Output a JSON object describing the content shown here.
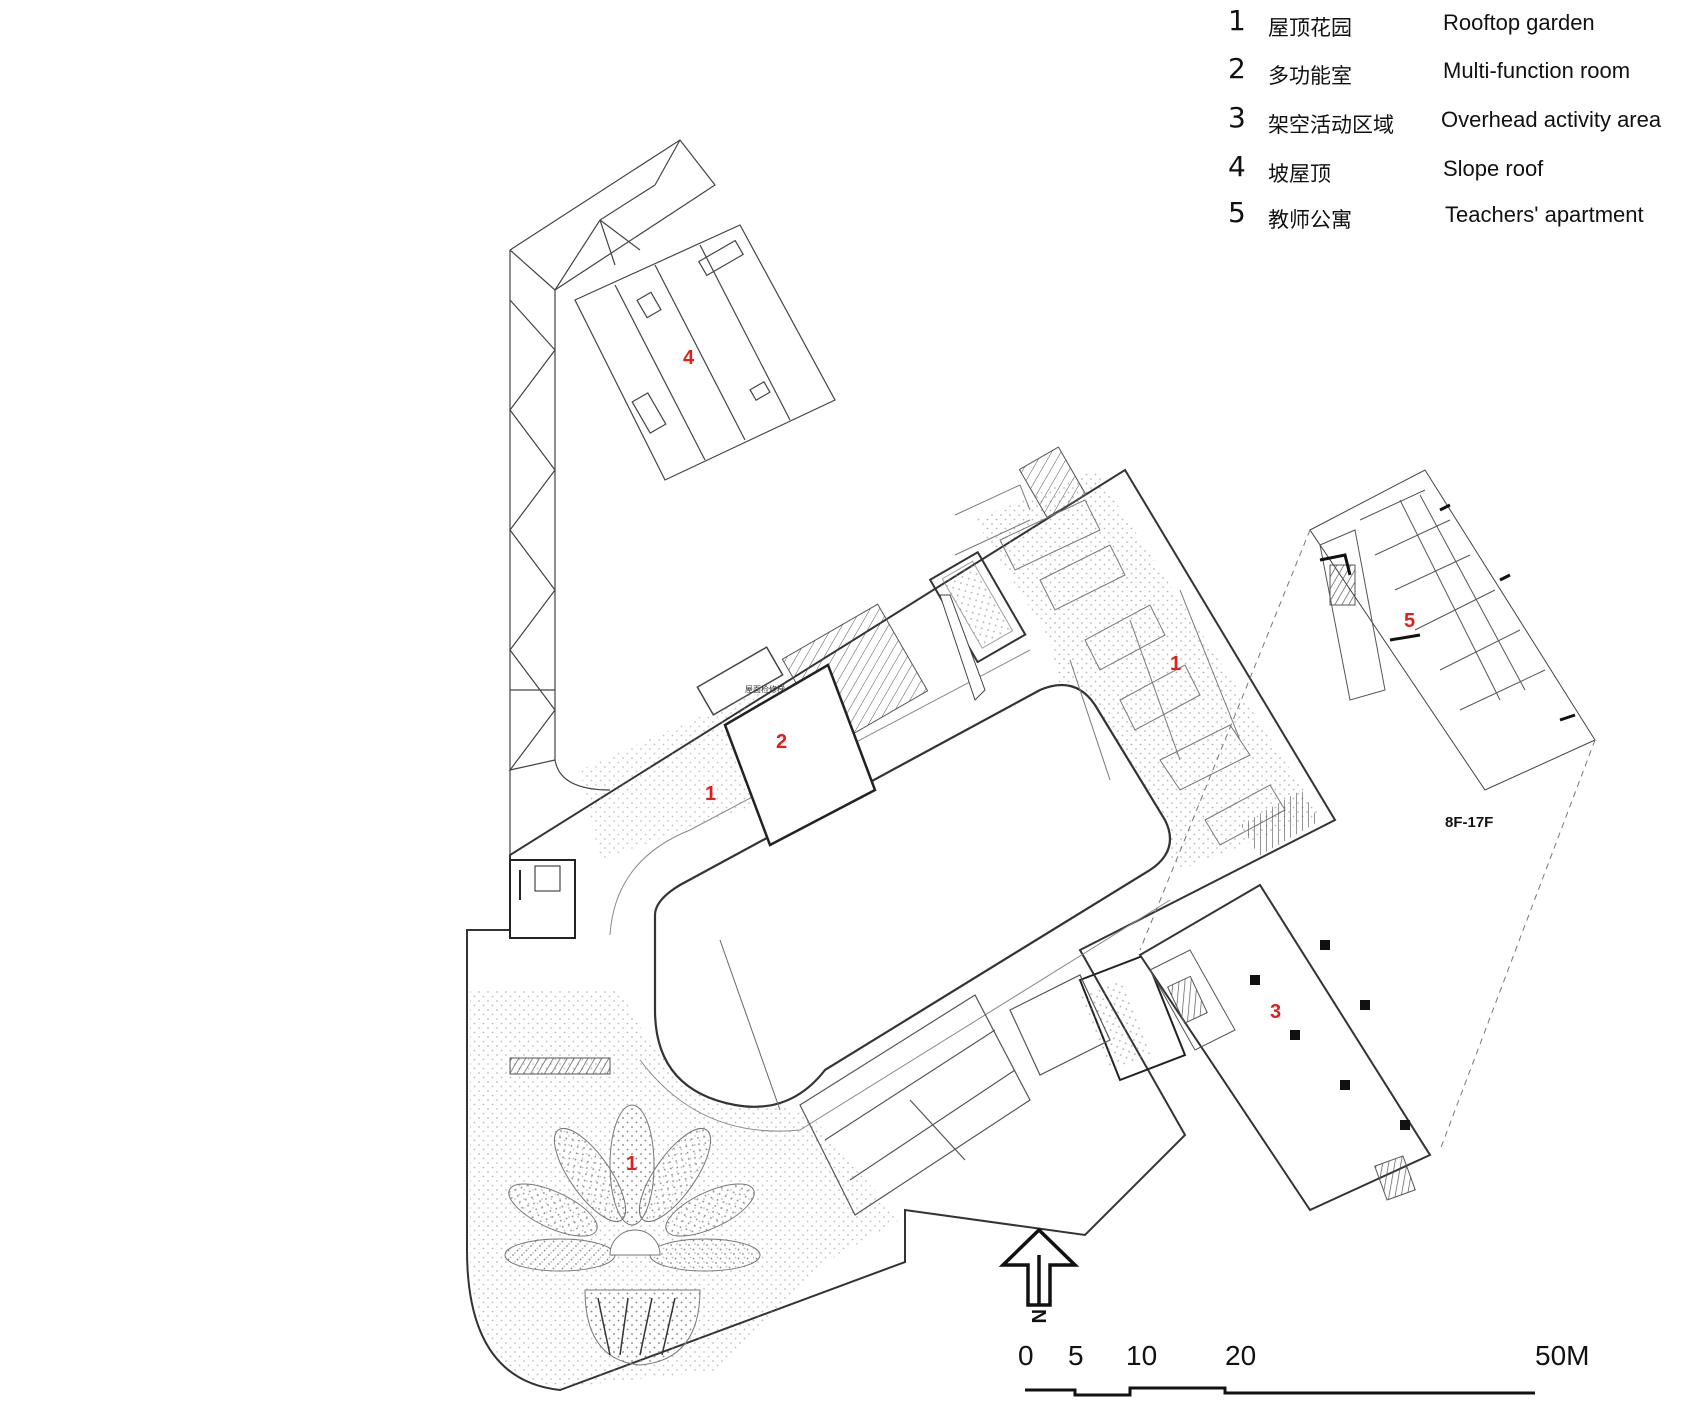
{
  "legend": {
    "items": [
      {
        "num": "1",
        "cn": "屋顶花园",
        "en": "Rooftop garden"
      },
      {
        "num": "2",
        "cn": "多功能室",
        "en": "Multi-function room"
      },
      {
        "num": "3",
        "cn": "架空活动区域",
        "en": "Overhead activity area"
      },
      {
        "num": "4",
        "cn": "坡屋顶",
        "en": "Slope roof"
      },
      {
        "num": "5",
        "cn": "教师公寓",
        "en": "Teachers' apartment"
      }
    ]
  },
  "plan": {
    "zone_labels": {
      "roof_garden_east": "1",
      "roof_garden_west": "1",
      "roof_garden_south": "1",
      "multi_function": "2",
      "overhead_area": "3",
      "slope_roof": "4",
      "apartment": "5"
    },
    "apartment_floors": "8F-17F",
    "stair_tag": "屋面检修梯"
  },
  "compass": {
    "letter": "N"
  },
  "scale_bar": {
    "labels": [
      "0",
      "5",
      "10",
      "20",
      "50M"
    ]
  },
  "colors": {
    "line": "#333333",
    "zone_label": "#e0201a",
    "hatch": "#999999"
  }
}
